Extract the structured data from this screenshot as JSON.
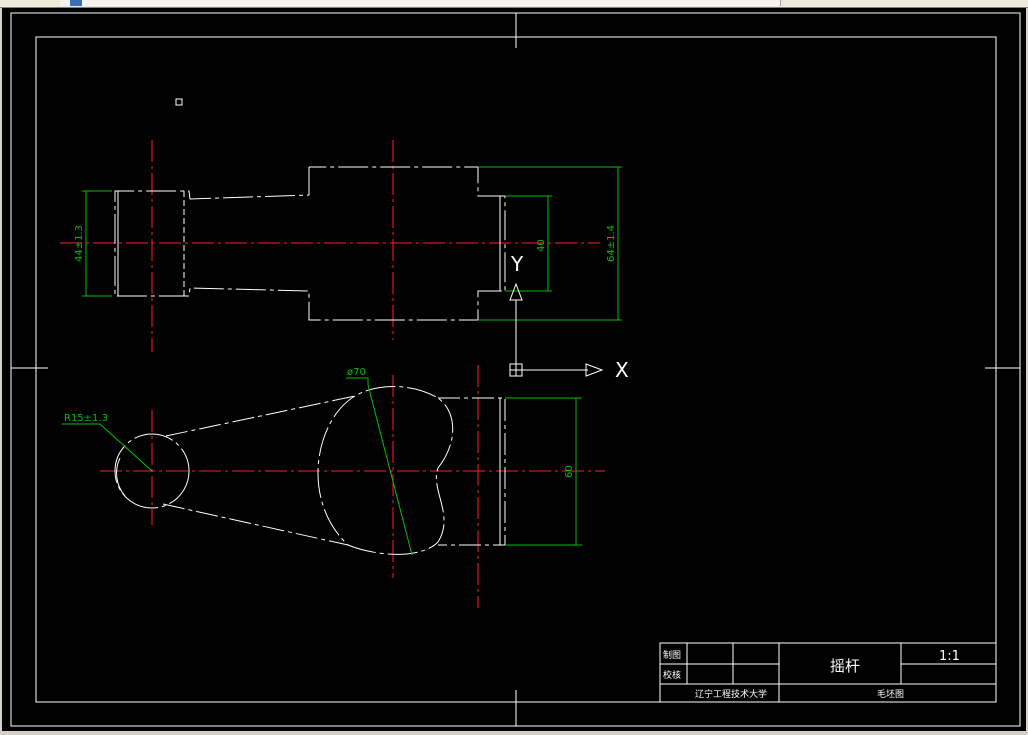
{
  "drawing": {
    "dimensions": {
      "height_44": "44±1.3",
      "height_40": "40",
      "height_64": "64±1.4",
      "diameter_70": "ø70",
      "radius_15": "R15±1.3",
      "height_60": "60"
    },
    "ucs": {
      "x_label": "X",
      "y_label": "Y"
    },
    "title_block": {
      "drawn_label": "制图",
      "checked_label": "校核",
      "part_name": "摇杆",
      "scale": "1:1",
      "school": "辽宁工程技术大学",
      "view_name": "毛坯图"
    }
  },
  "colors": {
    "background": "#000000",
    "outline": "#ffffff",
    "centerline": "#ff2020",
    "dimension": "#00c000"
  }
}
